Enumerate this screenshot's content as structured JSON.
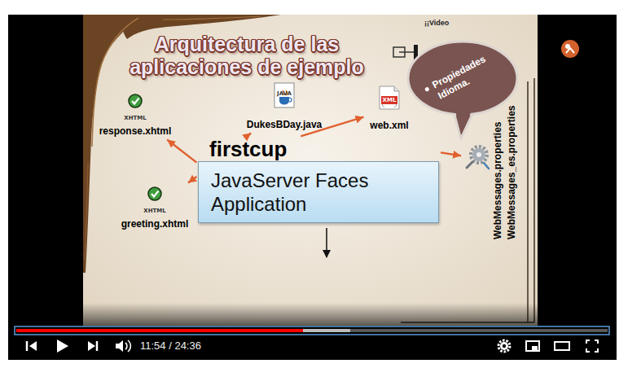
{
  "diagram": {
    "title": "Arquitectura de las aplicaciones de ejemplo",
    "nodes": [
      {
        "text": [
          "XHTML",
          "response.xhtml"
        ]
      },
      {
        "text": [
          "JAVA",
          "DukesBDay.java"
        ]
      },
      {
        "text": [
          "XML",
          "web.xml"
        ]
      },
      {
        "text": [
          "Propiedades Idioma."
        ]
      },
      {
        "text": [
          "firstcup",
          "JavaServer Faces Application"
        ]
      },
      {
        "text": [
          "WebMessages.properties",
          "WebMessages_es.properties"
        ]
      },
      {
        "text": [
          "XHTML",
          "greeting.xhtml"
        ]
      }
    ],
    "edges": [
      {
        "from": 4,
        "to": 0,
        "arrow": "to"
      },
      {
        "from": 4,
        "to": 1,
        "arrow": "to"
      },
      {
        "from": 4,
        "to": 2,
        "arrow": "to"
      },
      {
        "from": 4,
        "to": 5,
        "arrow": "to"
      },
      {
        "from": 4,
        "to": 6,
        "arrow": "to"
      }
    ],
    "labels": [
      "¡¡Video",
      "11:54 / 24:36"
    ]
  }
}
